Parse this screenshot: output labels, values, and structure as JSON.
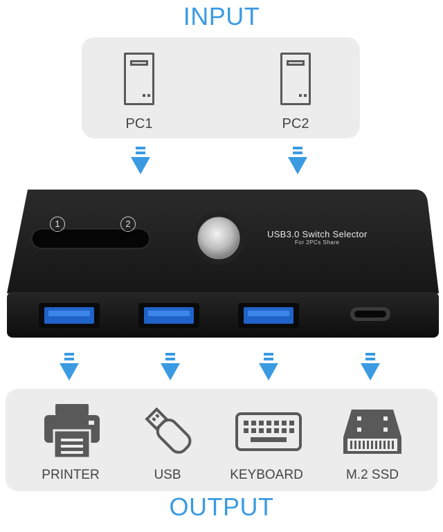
{
  "headings": {
    "input": "INPUT",
    "output": "OUTPUT"
  },
  "inputs": [
    {
      "label": "PC1",
      "icon": "pc-tower-icon"
    },
    {
      "label": "PC2",
      "icon": "pc-tower-icon"
    }
  ],
  "device": {
    "title": "USB3.0 Switch Selector",
    "subtitle": "For 2PCs Share",
    "indicator_1": "1",
    "indicator_2": "2",
    "ports": [
      "usb-a",
      "usb-a",
      "usb-a",
      "usb-c"
    ]
  },
  "outputs": [
    {
      "label": "PRINTER",
      "icon": "printer-icon"
    },
    {
      "label": "USB",
      "icon": "usb-drive-icon"
    },
    {
      "label": "KEYBOARD",
      "icon": "keyboard-icon"
    },
    {
      "label": "M.2 SSD",
      "icon": "ssd-icon"
    }
  ],
  "colors": {
    "accent": "#3a9be2",
    "panel": "#ececec",
    "icon": "#595959",
    "device": "#1c1c1c",
    "port": "#1f63c8"
  }
}
